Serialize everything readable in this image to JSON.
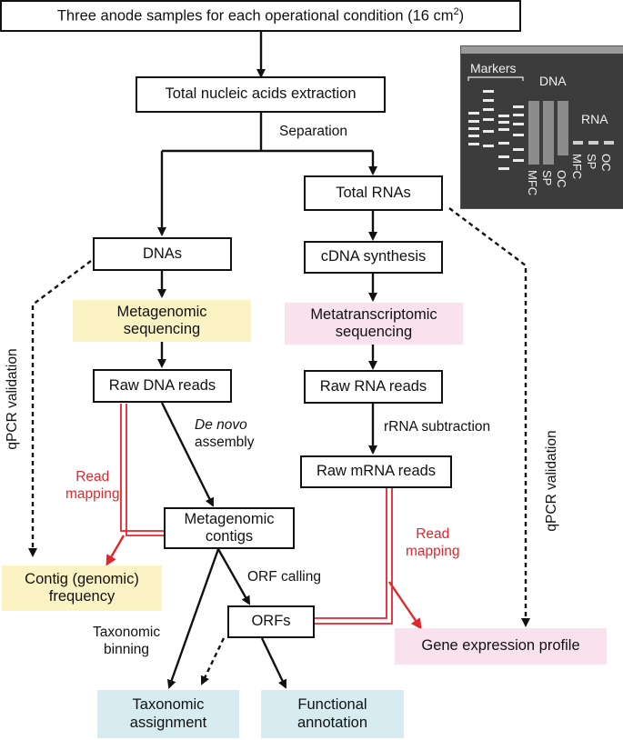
{
  "nodes": {
    "top": "Three anode samples for each operational condition (16 cm",
    "top_sup": "2",
    "top_close": ")",
    "extraction": "Total nucleic acids extraction",
    "rnas": "Total RNAs",
    "dnas": "DNAs",
    "cdna": "cDNA synthesis",
    "metagenomic_seq_1": "Metagenomic",
    "metagenomic_seq_2": "sequencing",
    "metatranscriptomic_seq_1": "Metatranscriptomic",
    "metatranscriptomic_seq_2": "sequencing",
    "raw_dna": "Raw DNA reads",
    "raw_rna": "Raw RNA reads",
    "raw_mrna": "Raw mRNA reads",
    "contigs_1": "Metagenomic",
    "contigs_2": "contigs",
    "contig_freq_1": "Contig (genomic)",
    "contig_freq_2": "frequency",
    "orfs": "ORFs",
    "gene_expr": "Gene expression profile",
    "tax_assign_1": "Taxonomic",
    "tax_assign_2": "assignment",
    "func_annot_1": "Functional",
    "func_annot_2": "annotation"
  },
  "edge_labels": {
    "separation": "Separation",
    "de_novo": "De novo",
    "assembly": "assembly",
    "rrna_sub": "rRNA subtraction",
    "read_mapping_1a": "Read",
    "read_mapping_1b": "mapping",
    "read_mapping_2a": "Read",
    "read_mapping_2b": "mapping",
    "orf_calling": "ORF calling",
    "tax_binning_1": "Taxonomic",
    "tax_binning_2": "binning",
    "qpcr_left": "qPCR validation",
    "qpcr_right": "qPCR validation"
  },
  "gel": {
    "markers": "Markers",
    "dna": "DNA",
    "rna": "RNA",
    "lanes": [
      "MFC",
      "SP",
      "OC",
      "MFC",
      "SP",
      "OC"
    ]
  },
  "colors": {
    "mapping_red": "#e4262c",
    "yellow_fill": "#fbf3c3",
    "pink_fill": "#f9e2ee",
    "blue_fill": "#d6ecf1"
  }
}
